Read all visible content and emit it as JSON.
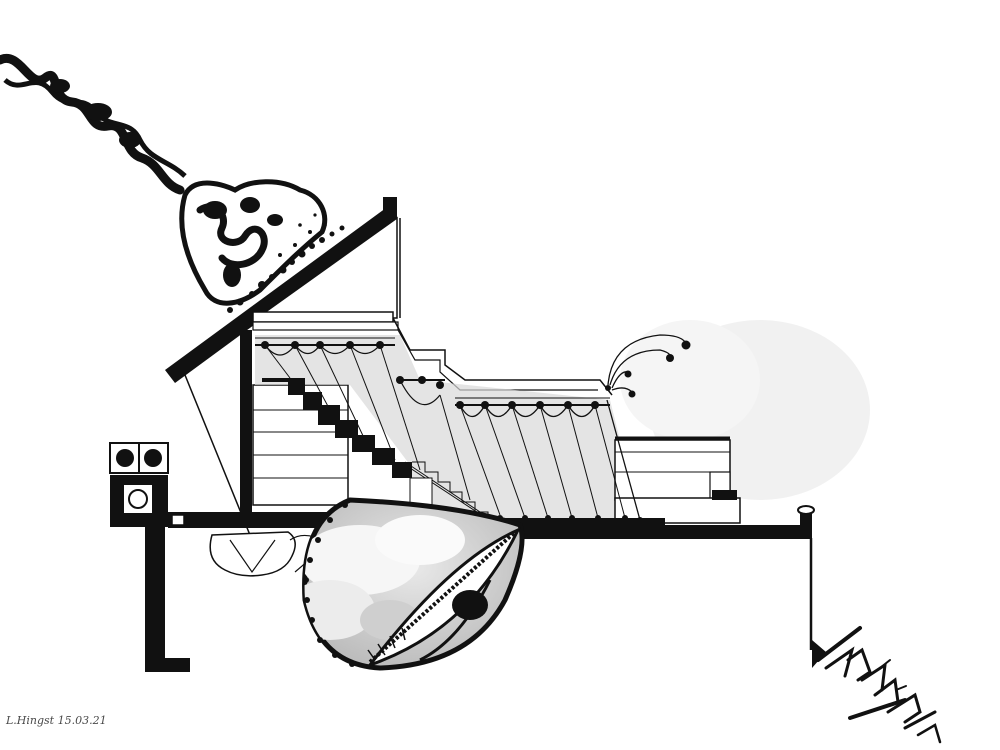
{
  "artwork": {
    "kind": "ink architectural section drawing",
    "ink_color": "#111111",
    "wash_color": "#d8d8d8",
    "background_color": "#ffffff",
    "elements": [
      "smoke-plume",
      "ink-cloud",
      "slanted-roof",
      "truss-ceiling",
      "black-staircase",
      "stepped-floors",
      "speaker-tower",
      "ground-beam",
      "sky-eye-sphere",
      "lamp-fronds",
      "calligraphic-glyphs"
    ]
  },
  "signature": {
    "text": "L.Hingst 15.03.21"
  }
}
